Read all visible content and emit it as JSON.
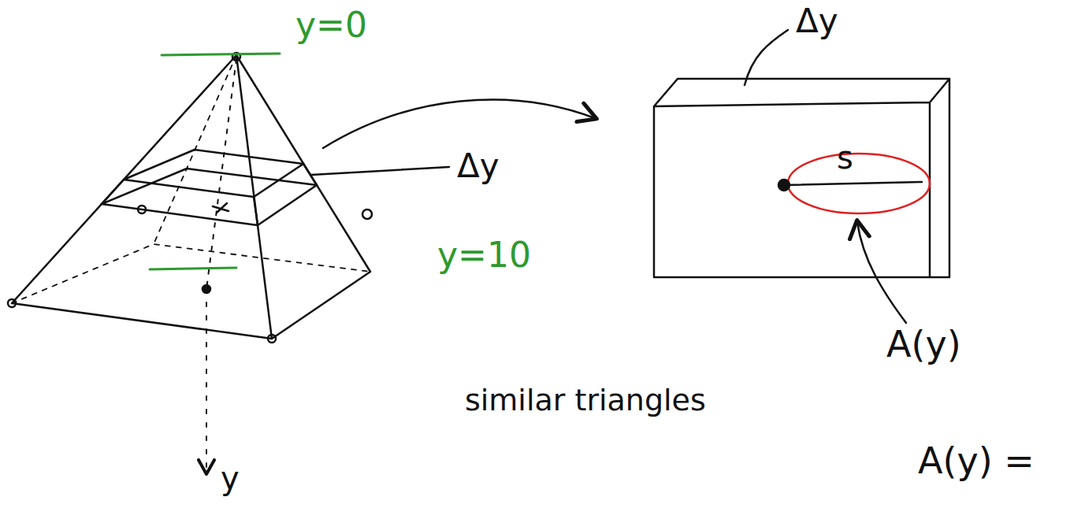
{
  "diagram": {
    "labels": [
      "y=0",
      "Δy",
      "Δy",
      "y=10",
      "s",
      "A(y)",
      "y",
      "similar triangles",
      "A(y) ="
    ]
  }
}
